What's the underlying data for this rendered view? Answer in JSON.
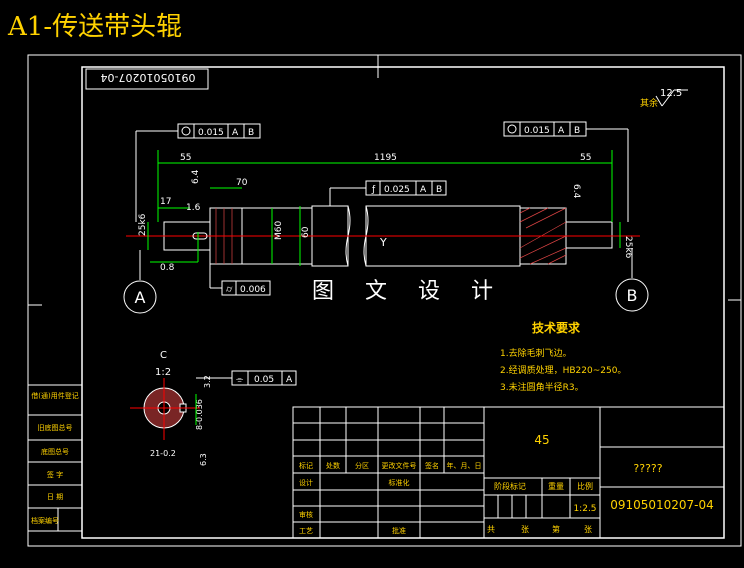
{
  "title": "A1-传送带头辊",
  "drawing_number_rotated": "09105010207-04",
  "watermark": "图 文 设 计",
  "roughness_note": "其余",
  "roughness_value": "12.5",
  "tolerances": {
    "runout_left": "0.015",
    "runout_right": "0.015",
    "runout_mid": "0.025",
    "cylindricity": "0.006",
    "symmetry": "0.05",
    "ref_a": "A",
    "ref_b": "B"
  },
  "dims": {
    "d55_left": "55",
    "d1195": "1195",
    "d55_right": "55",
    "d70": "70",
    "d17": "17",
    "d16": "1.6",
    "d64_left": "6.4",
    "d64_right": "6.4",
    "d08": "0.8",
    "dM60": "M60",
    "d60": "60",
    "d25k6_left": "25k6",
    "d25k6_right": "25k6",
    "d32": "3.2",
    "d63": "6.3",
    "d21": "21-0.2",
    "d8": "8-0.036",
    "section_c": "C",
    "section_scale": "1:2"
  },
  "datums": {
    "a": "A",
    "b": "B"
  },
  "requirements": {
    "heading": "技术要求",
    "items": [
      "1.去除毛刺飞边。",
      "2.经调质处理，HB220~250。",
      "3.未注圆角半径R3。"
    ]
  },
  "left_strip": [
    "借(通)用件登记",
    "旧底图总号",
    "底图总号",
    "签  字",
    "日  期",
    "档案编号"
  ],
  "title_block": {
    "material": "45",
    "name": "?????",
    "code": "09105010207-04",
    "scale": "1:2.5",
    "rev_headers": [
      "标记",
      "处数",
      "分区",
      "更改文件号",
      "签名",
      "年、月、日"
    ],
    "rows": [
      "设计",
      "审核",
      "工艺"
    ],
    "std": "标准化",
    "approve": "批准",
    "stage_label": "阶段标记",
    "weight_label": "重量",
    "scale_label": "比例",
    "sheets": [
      "共",
      "张",
      "第",
      "张"
    ]
  }
}
